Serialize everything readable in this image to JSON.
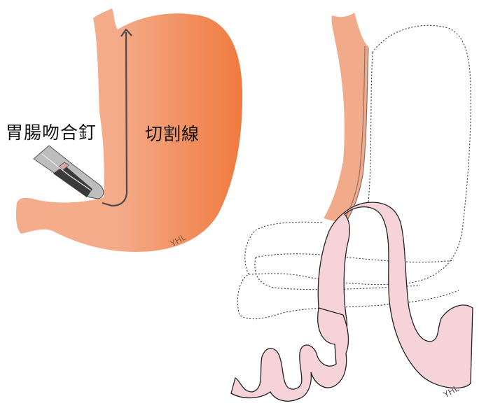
{
  "labels": {
    "stapler": "胃腸吻合釘",
    "cut_line": "切割線",
    "signature": "YHL"
  },
  "colors": {
    "stomach": "#f4ad8c",
    "stomach_dark": "#f07a3e",
    "sleeve": "#eeae8b",
    "intestine": "#f6d3d8",
    "outline": "#222222",
    "dotted_outline": "#333333",
    "stapler_metal": "#b9b9b9"
  },
  "icons": {
    "stapler": "surgical-stapler-icon",
    "arrow": "arrow-up-icon"
  }
}
